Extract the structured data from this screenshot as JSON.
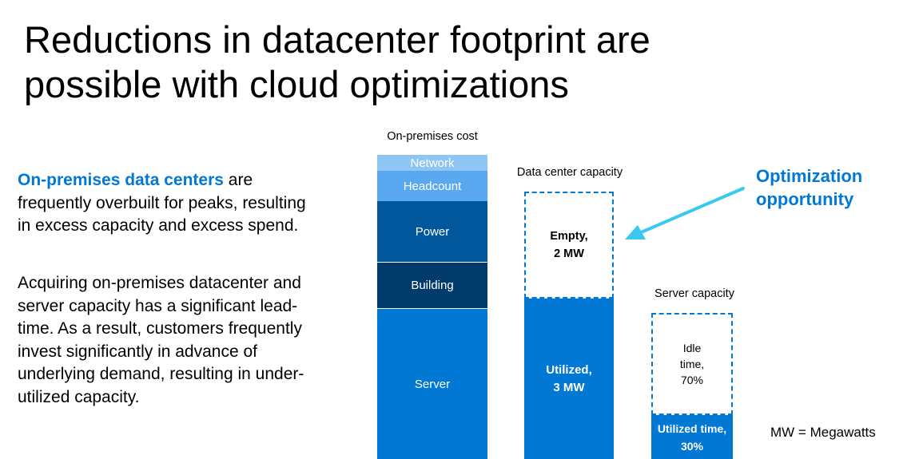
{
  "title": "Reductions in datacenter footprint are possible with cloud optimizations",
  "intro": {
    "highlight": "On-premises data centers",
    "rest": " are frequently overbuilt for peaks, resulting in excess capacity and excess spend."
  },
  "body": "Acquiring on-premises datacenter and server capacity has a significant lead-time. As a result, customers frequently invest significantly in advance of underlying demand, resulting in under-utilized capacity.",
  "cost_stack": {
    "label": "On-premises cost",
    "segments": [
      {
        "name": "Network",
        "color": "#8ec5f5"
      },
      {
        "name": "Headcount",
        "color": "#5aa9f0"
      },
      {
        "name": "Power",
        "color": "#01579b"
      },
      {
        "name": "Building",
        "color": "#003b6b"
      },
      {
        "name": "Server",
        "color": "#0078d4"
      }
    ]
  },
  "dc_capacity": {
    "label": "Data center capacity",
    "empty": "Empty,\n2 MW",
    "utilized": "Utilized,\n3 MW"
  },
  "server_capacity": {
    "label": "Server capacity",
    "idle": "Idle\ntime,\n70%",
    "utilized": "Utilized time,\n30%"
  },
  "optimization": "Optimization opportunity",
  "legend": "MW = Megawatts",
  "colors": {
    "accent": "#0078d4",
    "arrow": "#38c8f0"
  }
}
